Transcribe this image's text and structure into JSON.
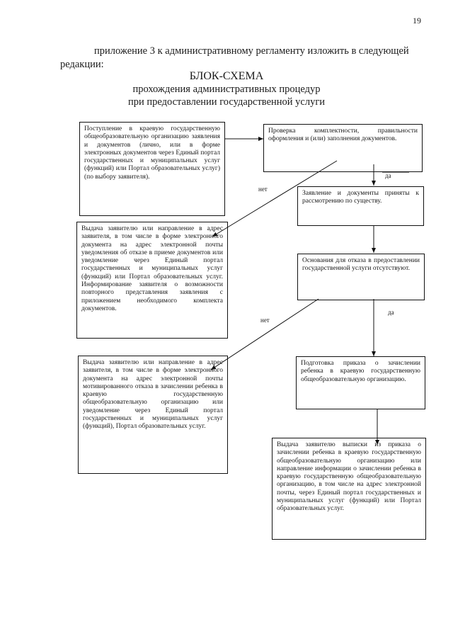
{
  "page_number": "19",
  "intro": {
    "line1": "приложение 3 к административному регламенту изложить в следующей",
    "line2": "редакции:"
  },
  "title": {
    "main": "БЛОК-СХЕМА",
    "line2": "прохождения административных процедур",
    "line3": "при предоставлении государственной услуги"
  },
  "boxes": {
    "receipt": "Поступление в краевую государственную общеобразовательную организацию заявления и документов (лично, или в форме электронных документов через Единый портал государственных и муниципальных услуг (функций) или Портал образовательных услуг) (по выбору заявителя).",
    "check": "Проверка комплектности, правильности оформления и (или) заполнения документов.",
    "accepted": "Заявление и документы приняты к рассмотрению по существу.",
    "refusal_notice": "Выдача заявителю или направление в адрес заявителя, в том числе в форме электронного документа на адрес электронной почты уведомления об отказе в приеме документов или уведомление через Единый портал государственных и муниципальных услуг (функций) или Портал образовательных услуг. Информирование заявителя о возможности повторного представления заявления с приложением необходимого комплекта документов.",
    "no_grounds": "Основания для отказа в предоставлении государственной услуги отсутствуют.",
    "order_prep": "Подготовка приказа о зачислении ребенка в краевую государственную общеобразовательную организацию.",
    "denial_reasoned": "Выдача заявителю или направление в адрес заявителя, в том числе в форме электронного документа на адрес электронной почты мотивированного отказа в зачислении ребенка в краевую государственную общеобразовательную организацию или уведомление через Единый портал государственных и муниципальных услуг (функций), Портал образовательных услуг.",
    "extract": "Выдача заявителю выписки из приказа о зачислении ребенка в краевую государственную общеобразовательную организацию или направление информации о зачислении ребенка в краевую государственную общеобразовательную организацию, в том числе на адрес электронной почты, через Единый портал государственных и муниципальных услуг (функций) или Портал образовательных услуг."
  },
  "labels": {
    "yes": "да",
    "no": "нет"
  },
  "colors": {
    "line": "#111111"
  }
}
